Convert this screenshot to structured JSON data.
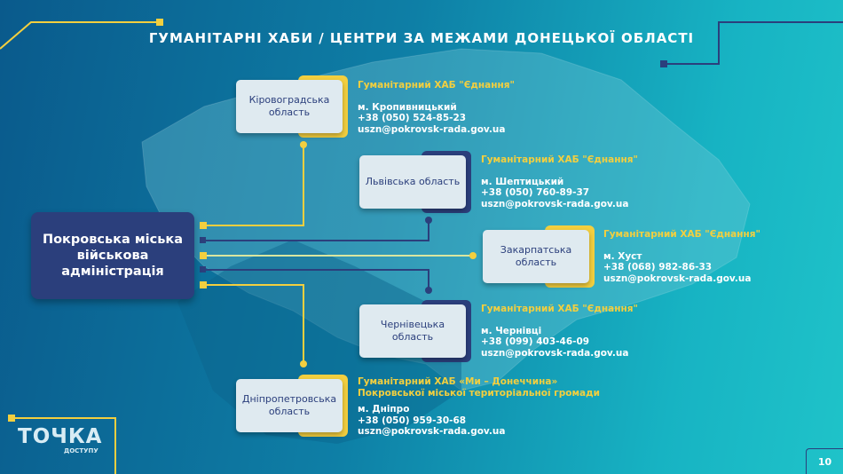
{
  "title": "ГУМАНІТАРНІ ХАБИ / ЦЕНТРИ ЗА МЕЖАМИ ДОНЕЦЬКОЇ ОБЛАСТІ",
  "main_box": "Покровська міська військова адміністрація",
  "regions": [
    {
      "name": "Кіровоградська область",
      "hub": "Гуманітарний ХАБ \"Єднання\"",
      "city": "м. Кропивницький",
      "phone": "+38 (050) 524-85-23",
      "email": "uszn@pokrovsk-rada.gov.ua",
      "accent": "#f3cf3f"
    },
    {
      "name": "Львівська область",
      "hub": "Гуманітарний ХАБ \"Єднання\"",
      "city": "м. Шептицький",
      "phone": "+38 (050) 760-89-37",
      "email": "uszn@pokrovsk-rada.gov.ua",
      "accent": "#2b3f7c"
    },
    {
      "name": "Закарпатська область",
      "hub": "Гуманітарний ХАБ \"Єднання\"",
      "city": "м. Хуст",
      "phone": "+38 (068) 982-86-33",
      "email": "uszn@pokrovsk-rada.gov.ua",
      "accent": "#f3cf3f"
    },
    {
      "name": "Чернівецька область",
      "hub": "Гуманітарний ХАБ \"Єднання\"",
      "city": "м. Чернівці",
      "phone": "+38 (099) 403-46-09",
      "email": "uszn@pokrovsk-rada.gov.ua",
      "accent": "#2b3f7c"
    },
    {
      "name": "Дніпропетровська область",
      "hub": "Гуманітарний ХАБ «Ми – Донеччина» Покровської міської територіальної громади",
      "city": "м. Дніпро",
      "phone": "+38 (050) 959-30-68",
      "email": "uszn@pokrovsk-rada.gov.ua",
      "accent": "#f3cf3f"
    }
  ],
  "logo": {
    "main": "ТОЧКА",
    "sub": "ДОСТУПУ"
  },
  "page_number": "10"
}
